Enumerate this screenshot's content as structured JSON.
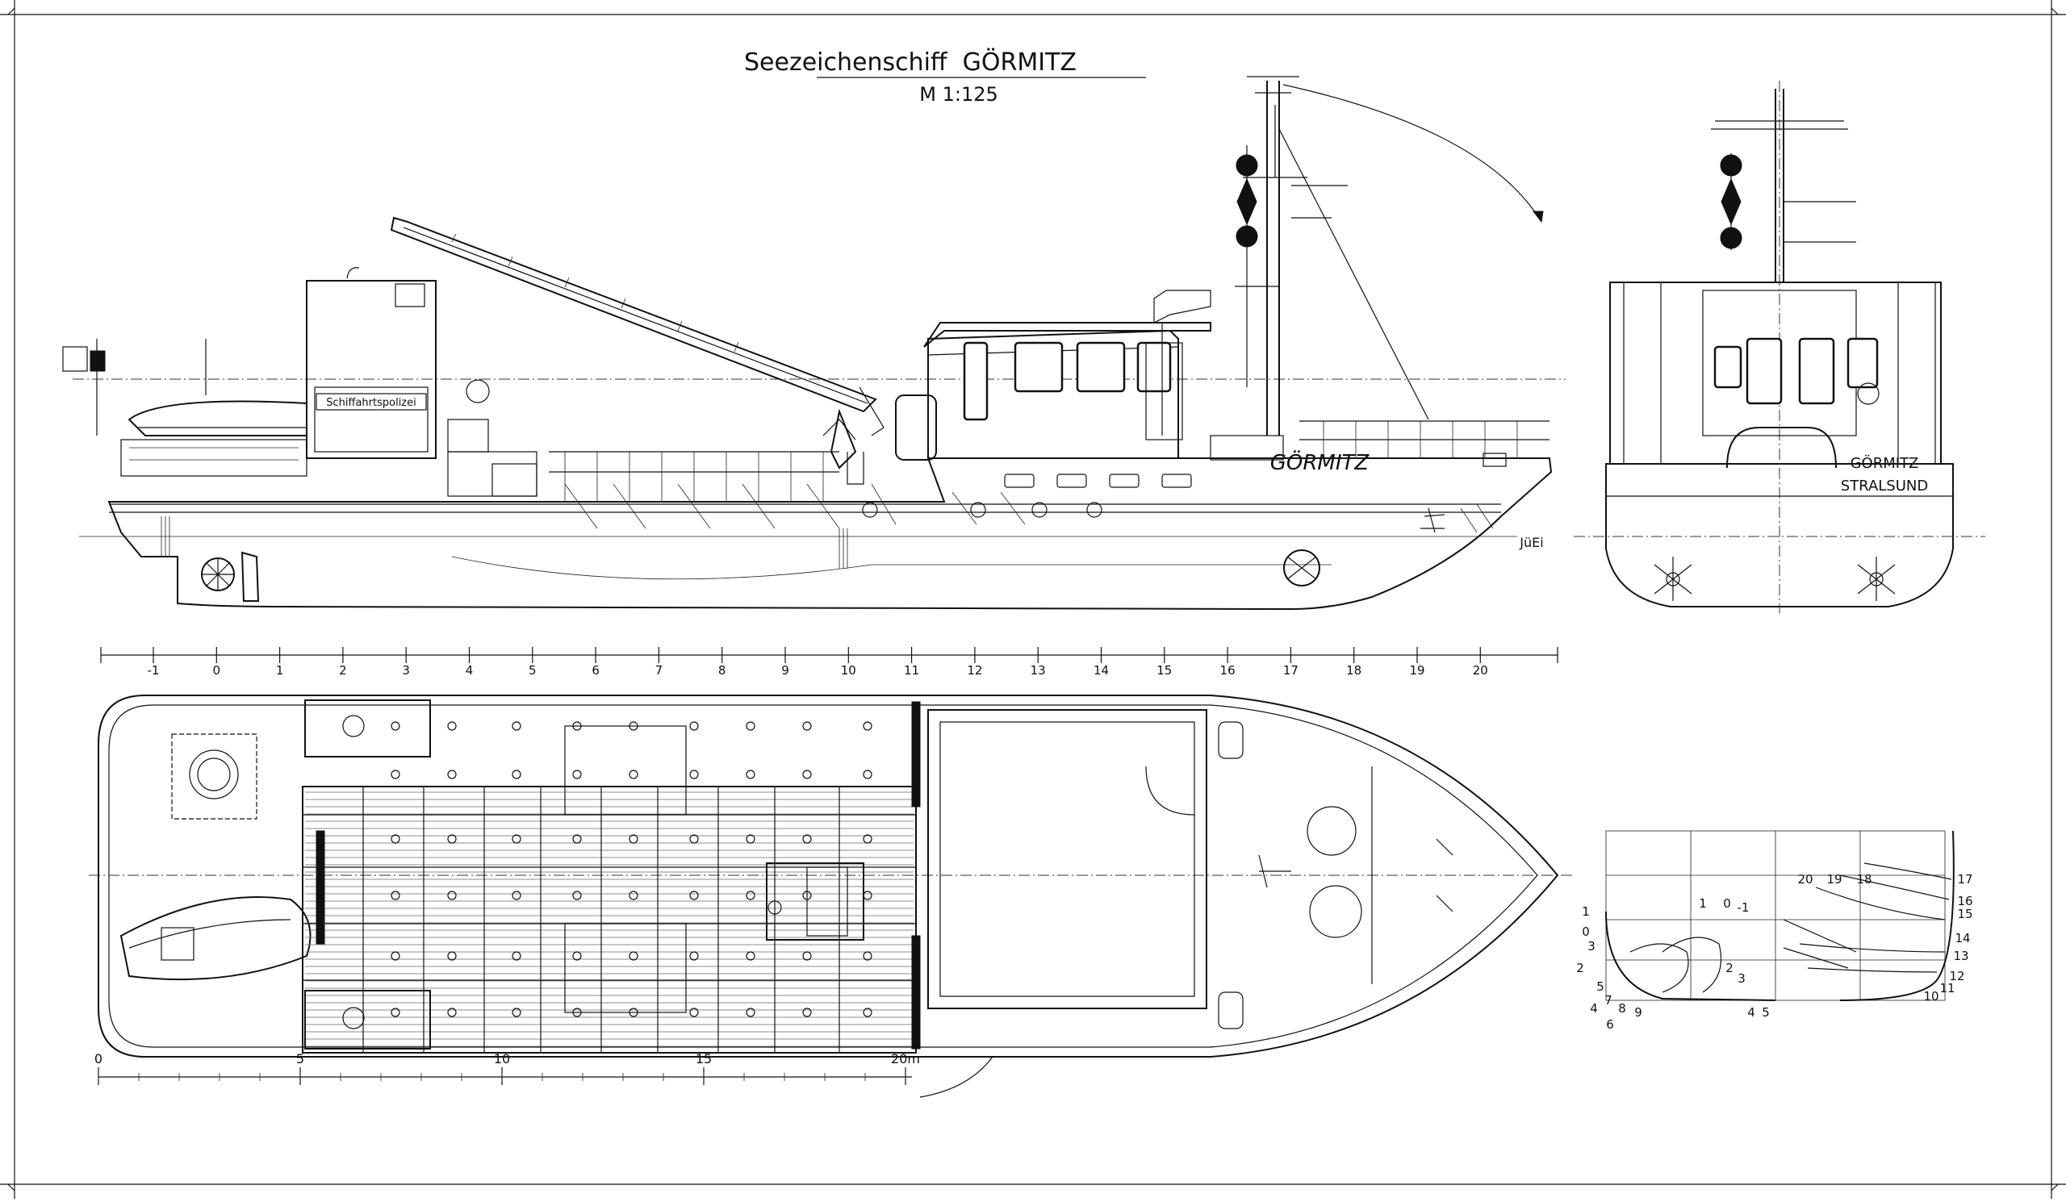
{
  "drawing": {
    "title": "Seezeichenschiff  GÖRMITZ",
    "scale": "M 1:125",
    "signature": "JüEi",
    "vessel_name": "GÖRMITZ",
    "home_port": "STRALSUND",
    "container_label": "Schiffahrtspolizei"
  },
  "frame_scale": {
    "labels": [
      "-1",
      "0",
      "1",
      "2",
      "3",
      "4",
      "5",
      "6",
      "7",
      "8",
      "9",
      "10",
      "11",
      "12",
      "13",
      "14",
      "15",
      "16",
      "17",
      "18",
      "19",
      "20"
    ]
  },
  "metric_scale": {
    "labels": [
      "0",
      "5",
      "10",
      "15",
      "20m"
    ]
  },
  "body_plan": {
    "aft_labels": [
      "1",
      "0",
      "3",
      "2",
      "5",
      "4",
      "7",
      "8",
      "9",
      "6"
    ],
    "center_labels": [
      "1",
      "0",
      "-1",
      "2",
      "3",
      "4",
      "5"
    ],
    "fore_top_labels": [
      "20",
      "19",
      "18"
    ],
    "right_labels": [
      "17",
      "16",
      "15",
      "14",
      "13",
      "12",
      "11",
      "10"
    ]
  }
}
